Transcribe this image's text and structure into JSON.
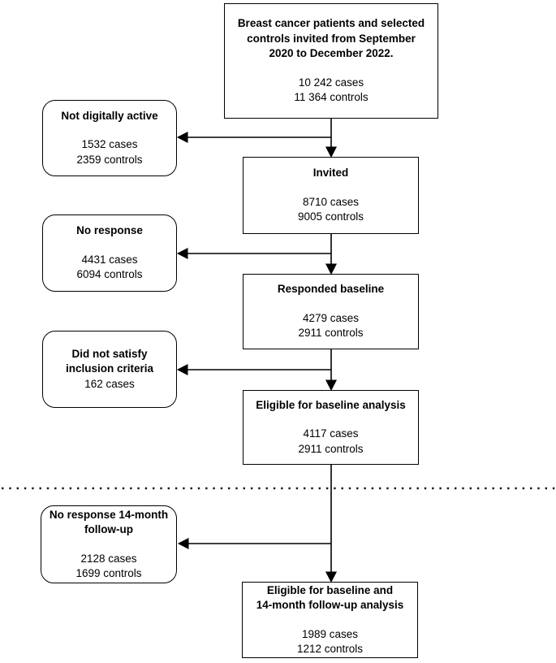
{
  "boxes": {
    "enrollment": {
      "title": "Breast cancer patients and selected\ncontrols invited from September\n2020 to December 2022.",
      "counts": "10 242 cases\n11 364 controls"
    },
    "not_digitally_active": {
      "title": "Not digitally active",
      "counts": "1532 cases\n2359 controls"
    },
    "invited": {
      "title": "Invited",
      "counts": "8710 cases\n9005 controls"
    },
    "no_response": {
      "title": "No response",
      "counts": "4431 cases\n6094 controls"
    },
    "responded_baseline": {
      "title": "Responded baseline",
      "counts": "4279 cases\n2911 controls"
    },
    "did_not_satisfy": {
      "title": "Did not satisfy\ninclusion criteria",
      "counts": "162 cases"
    },
    "eligible_baseline": {
      "title": "Eligible for baseline analysis",
      "counts": "4117 cases\n2911 controls"
    },
    "no_response_followup": {
      "title": "No response 14-month\nfollow-up",
      "counts": "2128 cases\n1699 controls"
    },
    "eligible_followup": {
      "title": "Eligible for baseline and\n14-month follow-up analysis",
      "counts": "1989 cases\n1212 controls"
    }
  },
  "colors": {
    "line": "#000000",
    "text": "#000000",
    "background": "#ffffff"
  }
}
